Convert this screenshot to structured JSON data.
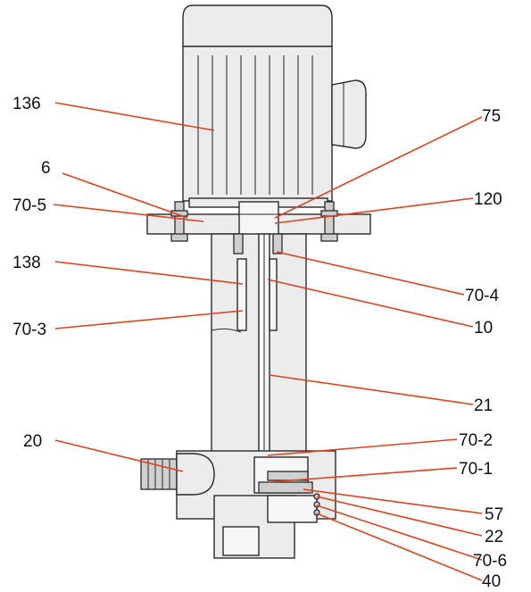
{
  "callouts": [
    {
      "id": "c136",
      "text": "136"
    },
    {
      "id": "c6",
      "text": "6"
    },
    {
      "id": "c70_5",
      "text": "70-5"
    },
    {
      "id": "c138",
      "text": "138"
    },
    {
      "id": "c70_3",
      "text": "70-3"
    },
    {
      "id": "c20",
      "text": "20"
    },
    {
      "id": "c75",
      "text": "75"
    },
    {
      "id": "c120",
      "text": "120"
    },
    {
      "id": "c70_4",
      "text": "70-4"
    },
    {
      "id": "c10",
      "text": "10"
    },
    {
      "id": "c21",
      "text": "21"
    },
    {
      "id": "c70_2",
      "text": "70-2"
    },
    {
      "id": "c70_1",
      "text": "70-1"
    },
    {
      "id": "c57",
      "text": "57"
    },
    {
      "id": "c22",
      "text": "22"
    },
    {
      "id": "c70_6",
      "text": "70-6"
    },
    {
      "id": "c40",
      "text": "40"
    }
  ],
  "colors": {
    "leader": "#e0421c",
    "outline": "#2a2a2a",
    "body_fill": "#ececec"
  }
}
